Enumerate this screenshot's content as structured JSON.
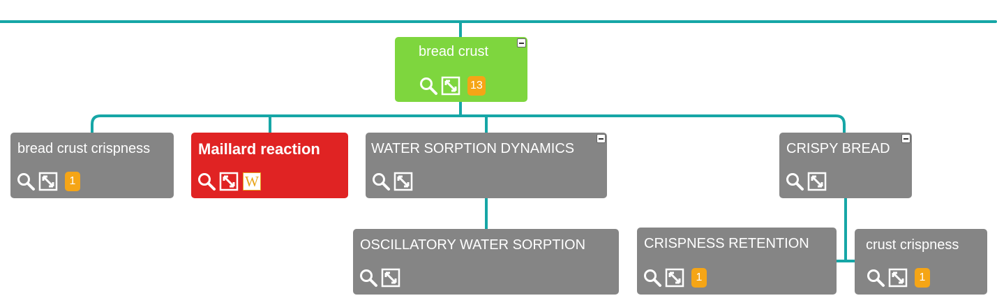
{
  "nodes": {
    "root": {
      "label": "bread crust",
      "badge": "13"
    },
    "crispness": {
      "label": "bread crust crispness",
      "badge": "1"
    },
    "maillard": {
      "label": "Maillard reaction",
      "wiki": "W"
    },
    "water": {
      "label": "WATER SORPTION DYNAMICS"
    },
    "crispy": {
      "label": "CRISPY BREAD"
    },
    "oscillatory": {
      "label": "OSCILLATORY WATER SORPTION"
    },
    "retention": {
      "label": "CRISPNESS RETENTION",
      "badge": "1"
    },
    "crust": {
      "label": "crust crispness",
      "badge": "1"
    }
  },
  "colors": {
    "connector": "#16a6a6",
    "default_node": "#858585",
    "root_node": "#7ed63e",
    "highlight_node": "#e02323",
    "badge": "#f5a516"
  },
  "icons": [
    "search-icon",
    "edit-icon",
    "wikipedia-icon",
    "collapse-icon"
  ]
}
